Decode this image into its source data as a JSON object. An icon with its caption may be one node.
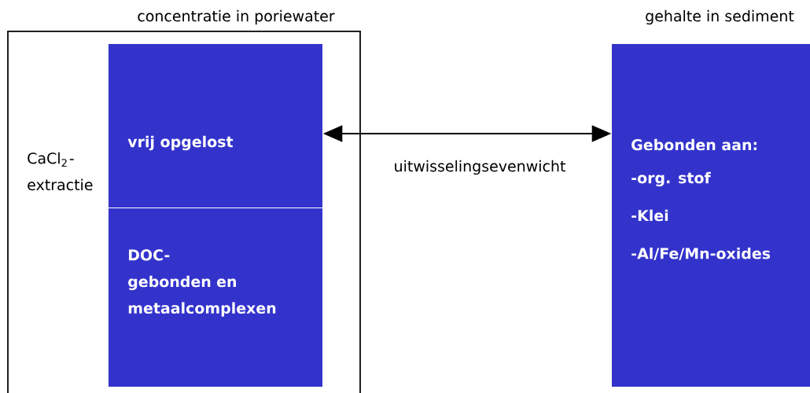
{
  "diagram": {
    "nodes": [
      {
        "text": [
          "concentratie in poriewater",
          "CaCl$_{2}$- extractie"
        ]
      },
      {
        "text": [
          "vrij opgelost"
        ],
        "in": 0
      },
      {
        "text": [
          "DOC-gebonden en metaalcomplexen"
        ],
        "in": 0
      },
      {
        "text": [
          "gehalte in sediment",
          "Gebonden aan:",
          "-org. stof",
          "-Klei",
          "-Al/Fe/Mn-oxides"
        ]
      }
    ],
    "edges": [
      {
        "from": 1,
        "to": 3,
        "arrow": "both",
        "label": "uitwisselingsevenwicht"
      }
    ]
  }
}
